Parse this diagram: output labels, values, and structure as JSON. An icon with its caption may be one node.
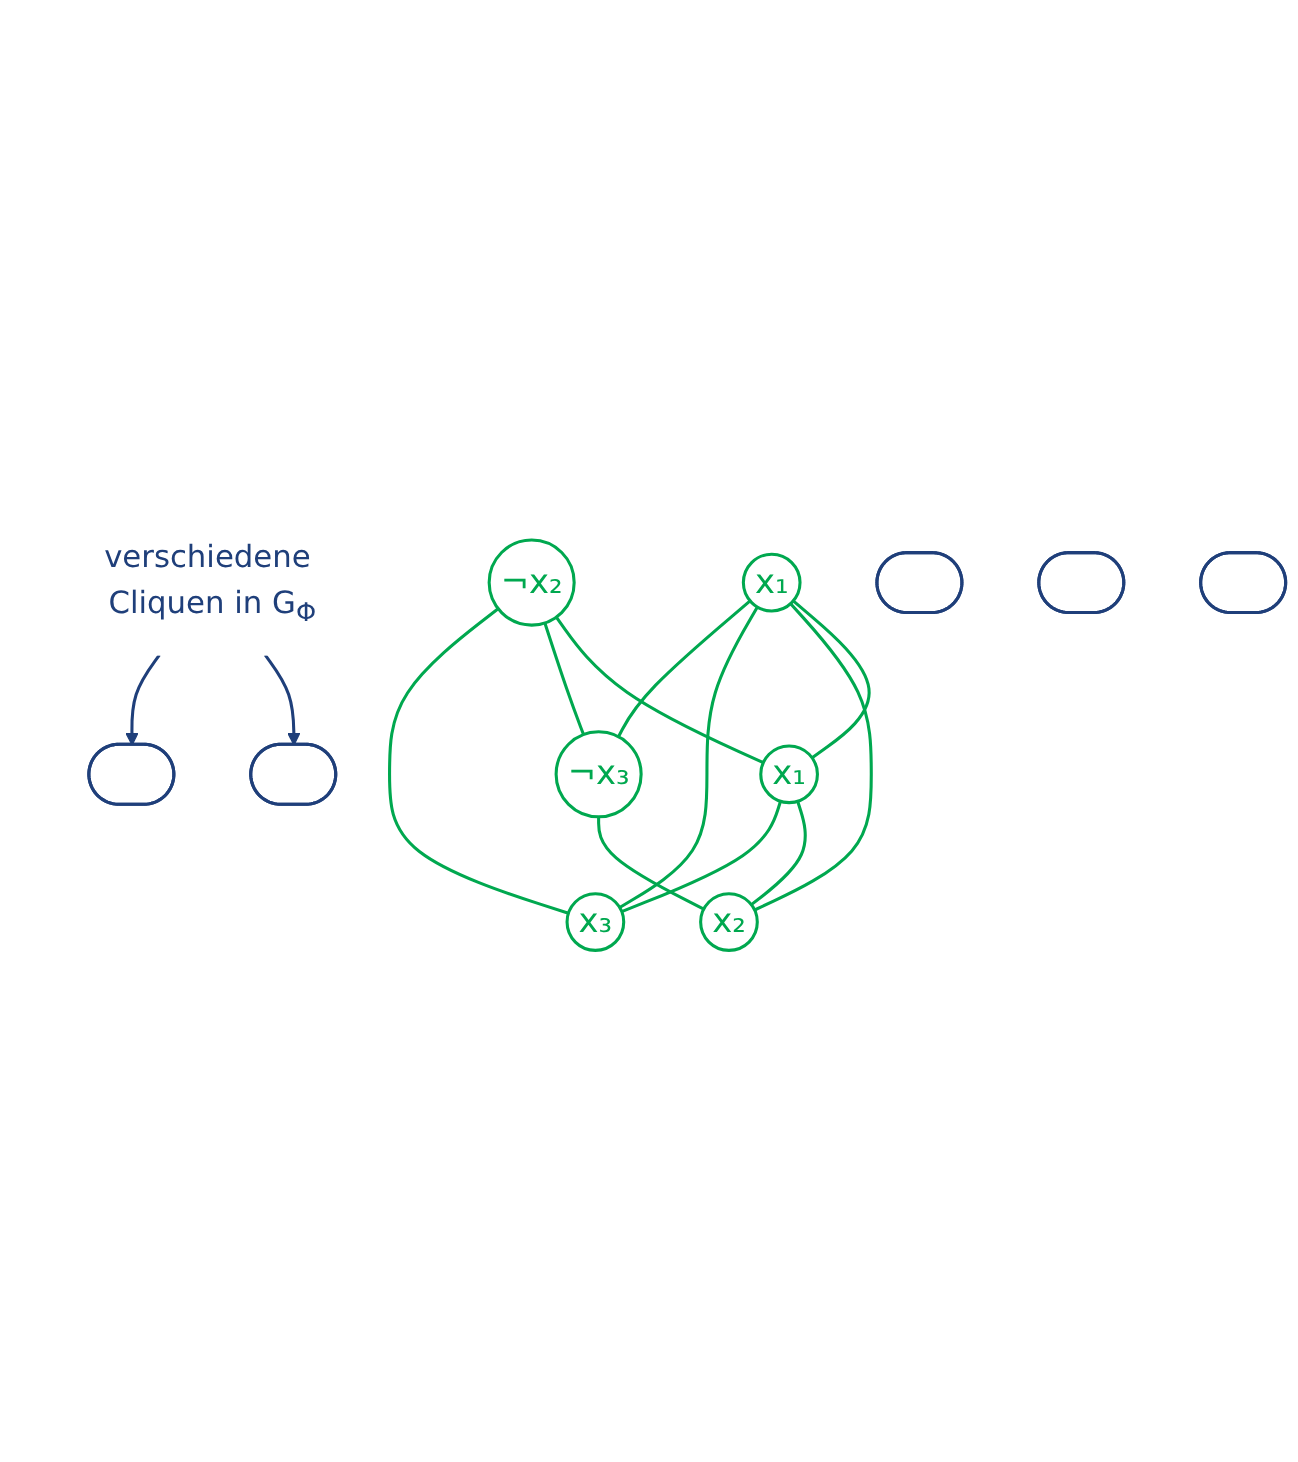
{
  "diagram": {
    "nodes": [
      {
        "text": [
          "verschiedene Cliquen in G$_{Φ}$"
        ]
      },
      {
        "text": [
          "x₁"
        ]
      },
      {
        "text": [
          "¬x₂"
        ]
      },
      {
        "text": [
          "x₁"
        ]
      },
      {
        "text": [
          "¬x₃"
        ]
      },
      {
        "text": [
          "x₂"
        ]
      },
      {
        "text": [
          "x₃"
        ]
      },
      {
        "text": [],
        "shape": "loop"
      },
      {
        "text": [],
        "shape": "loop"
      },
      {
        "text": [],
        "shape": "loop"
      },
      {
        "text": [],
        "shape": "loop"
      },
      {
        "text": [],
        "shape": "loop"
      }
    ],
    "edges": [
      {
        "from": 0,
        "to": 9,
        "arrow": "to",
        "color": "#1f3f7a"
      },
      {
        "from": 0,
        "to": 10,
        "arrow": "to",
        "color": "#1f3f7a"
      },
      {
        "from": 1,
        "to": 3,
        "arrow": "none"
      },
      {
        "from": 1,
        "to": 5,
        "arrow": "none"
      },
      {
        "from": 1,
        "to": 6,
        "arrow": "none"
      },
      {
        "from": 1,
        "to": 4,
        "arrow": "none"
      },
      {
        "from": 2,
        "to": 3,
        "arrow": "none"
      },
      {
        "from": 2,
        "to": 4,
        "arrow": "none"
      },
      {
        "from": 2,
        "to": 6,
        "arrow": "none"
      },
      {
        "from": 3,
        "to": 5,
        "arrow": "none"
      },
      {
        "from": 3,
        "to": 6,
        "arrow": "none"
      },
      {
        "from": 4,
        "to": 5,
        "arrow": "none"
      }
    ]
  }
}
